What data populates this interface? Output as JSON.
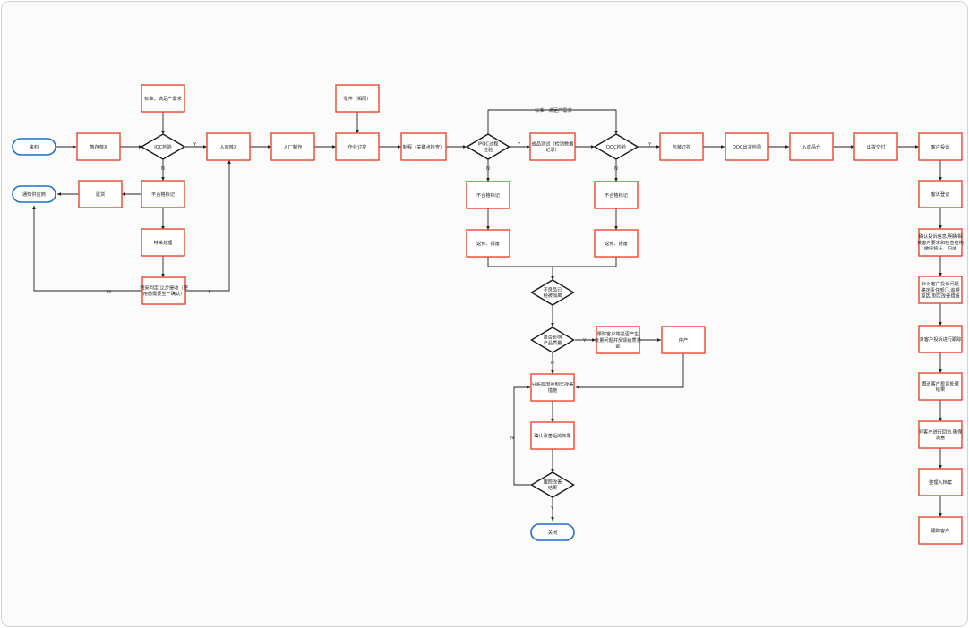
{
  "nodes": [
    {
      "id": "start",
      "shape": "terminal",
      "lines": [
        "来料"
      ]
    },
    {
      "id": "receive_check",
      "shape": "process",
      "lines": [
        "暂存核X"
      ]
    },
    {
      "id": "std",
      "shape": "process",
      "lines": [
        "标准、满足产需求"
      ]
    },
    {
      "id": "iqc1",
      "shape": "decision",
      "lines": [
        "IQC检验"
      ]
    },
    {
      "id": "store1",
      "shape": "process",
      "lines": [
        "入库核X"
      ]
    },
    {
      "id": "in_make",
      "shape": "process",
      "lines": [
        "入厂制作"
      ]
    },
    {
      "id": "doc",
      "shape": "process",
      "lines": [
        "零件（相同）"
      ]
    },
    {
      "id": "assemble",
      "shape": "process",
      "lines": [
        "作业订控"
      ]
    },
    {
      "id": "test1",
      "shape": "process",
      "lines": [
        "制程（关键点检查）"
      ]
    },
    {
      "id": "ipqc",
      "shape": "decision",
      "lines": [
        "IPQC过程",
        "检验"
      ]
    },
    {
      "id": "finished",
      "shape": "process",
      "lines": [
        "成品测试（检测数据",
        "记录）"
      ]
    },
    {
      "id": "oqc",
      "shape": "decision",
      "lines": [
        "OQC检验"
      ]
    },
    {
      "id": "pack",
      "shape": "process",
      "lines": [
        "包装订控"
      ]
    },
    {
      "id": "oqc_ship",
      "shape": "process",
      "lines": [
        "OQC出货检验"
      ]
    },
    {
      "id": "stock",
      "shape": "process",
      "lines": [
        "入成品仓"
      ]
    },
    {
      "id": "ship",
      "shape": "process",
      "lines": [
        "出货交付"
      ]
    },
    {
      "id": "c1",
      "shape": "process",
      "lines": [
        "客户投诉"
      ]
    },
    {
      "id": "c2",
      "shape": "process",
      "lines": [
        "客诉登记"
      ]
    },
    {
      "id": "c3",
      "shape": "process",
      "lines": [
        "确认投诉信息,明确相",
        "关客户要求和检查结构",
        "做好统计、归纳"
      ]
    },
    {
      "id": "c4",
      "shape": "process",
      "lines": [
        "针对客户投诉问题",
        "确定责任部门,追溯",
        "原因,制定改善措施"
      ]
    },
    {
      "id": "c5",
      "shape": "process",
      "lines": [
        "对客户投诉进行跟踪"
      ]
    },
    {
      "id": "c6",
      "shape": "process",
      "lines": [
        "跟进客户投诉处理",
        "结果"
      ]
    },
    {
      "id": "c7",
      "shape": "process",
      "lines": [
        "对客户进行回访,确保",
        "满意"
      ]
    },
    {
      "id": "c8",
      "shape": "process",
      "lines": [
        "整理入档案"
      ]
    },
    {
      "id": "c9",
      "shape": "process",
      "lines": [
        "跟踪客户"
      ]
    },
    {
      "id": "notify",
      "shape": "terminal",
      "lines": [
        "通知供应商"
      ]
    },
    {
      "id": "return",
      "shape": "process",
      "lines": [
        "退货"
      ]
    },
    {
      "id": "ng1",
      "shape": "process",
      "lines": [
        "不合格标记"
      ]
    },
    {
      "id": "mrb",
      "shape": "process",
      "lines": [
        "特采处理"
      ]
    },
    {
      "id": "judge1",
      "shape": "process",
      "lines": [
        "特采判定,让步接收（使",
        "用前需要生产确认）"
      ]
    },
    {
      "id": "ng2",
      "shape": "process",
      "lines": [
        "不合格标记"
      ]
    },
    {
      "id": "fix2",
      "shape": "process",
      "lines": [
        "返修、报废"
      ]
    },
    {
      "id": "ng3",
      "shape": "process",
      "lines": [
        "不合格标记"
      ]
    },
    {
      "id": "fix3",
      "shape": "process",
      "lines": [
        "返修、报废"
      ]
    },
    {
      "id": "judge2",
      "shape": "decision",
      "lines": [
        "不良品已",
        "经被隔离"
      ]
    },
    {
      "id": "judge3",
      "shape": "decision",
      "lines": [
        "是否影响",
        "产品质量"
      ]
    },
    {
      "id": "trace",
      "shape": "process",
      "lines": [
        "跟踪客户端是否产生",
        "批量问题并反馈给质量",
        "部"
      ]
    },
    {
      "id": "reject",
      "shape": "process",
      "lines": [
        "停产"
      ]
    },
    {
      "id": "analyze",
      "shape": "process",
      "lines": [
        "分析原因并制定改善",
        "措施"
      ]
    },
    {
      "id": "verify",
      "shape": "process",
      "lines": [
        "确认改善后的效果"
      ]
    },
    {
      "id": "judge4",
      "shape": "decision",
      "lines": [
        "跟踪改善",
        "结果"
      ]
    },
    {
      "id": "close",
      "shape": "terminal",
      "lines": [
        "关闭"
      ]
    }
  ],
  "edge_labels": {
    "y": "Y",
    "n": "N",
    "feedback": "标准、满足产需求"
  }
}
